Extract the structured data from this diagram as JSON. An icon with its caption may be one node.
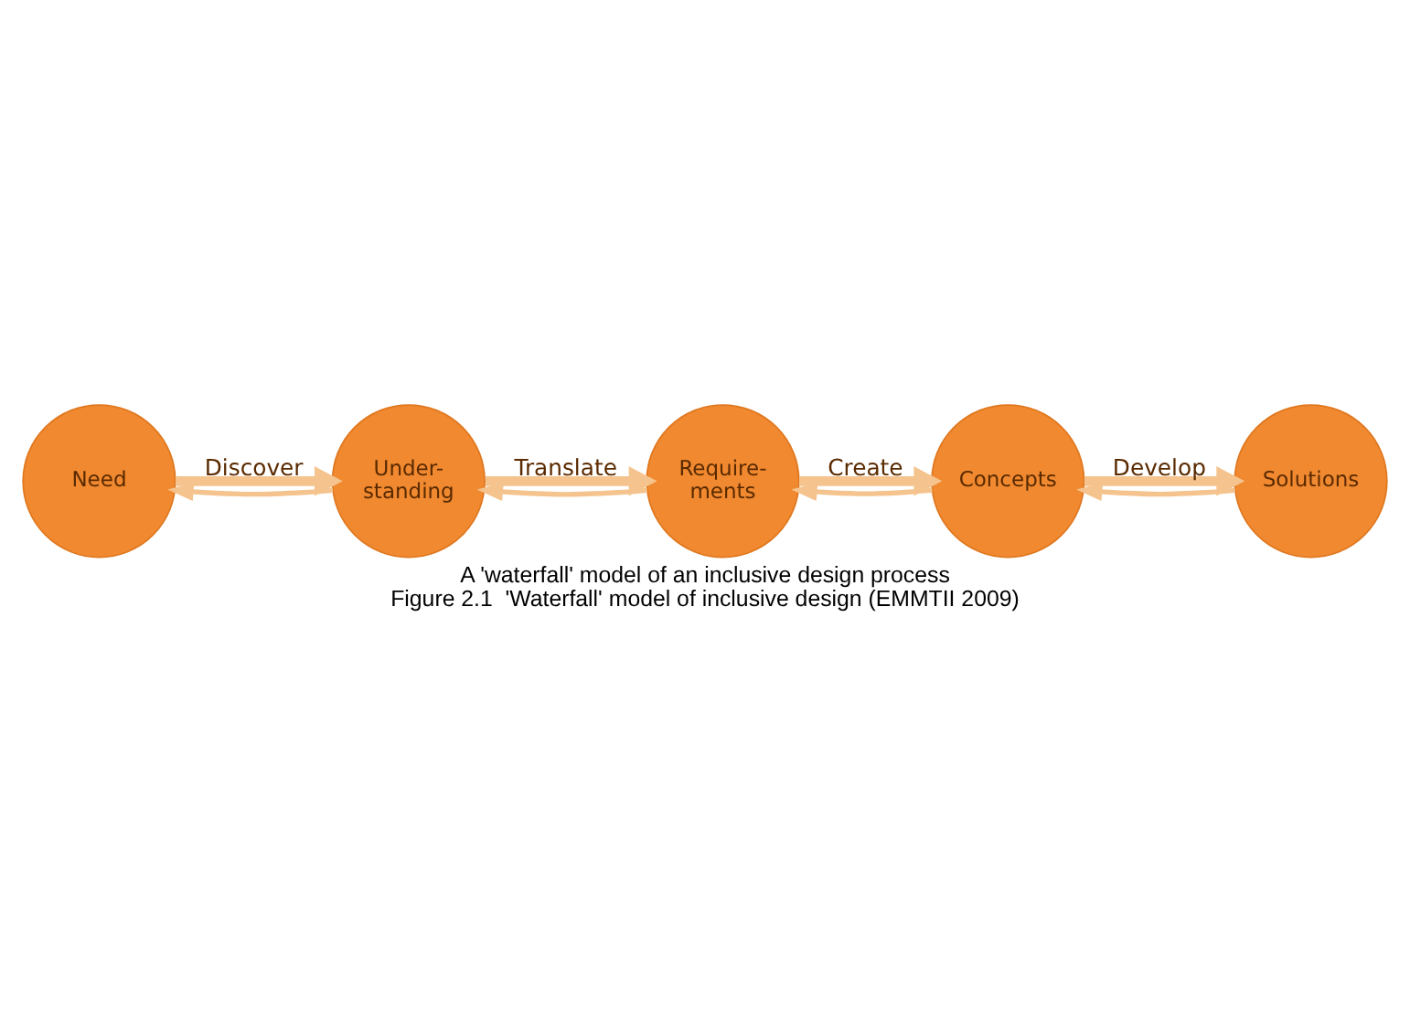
{
  "diagram": {
    "title": "A 'waterfall' model of an inclusive design process",
    "caption": "Figure 2.1  'Waterfall' model of inclusive design (EMMTII 2009)",
    "nodes": [
      {
        "text": [
          "Need"
        ]
      },
      {
        "text": [
          "Under- standing"
        ]
      },
      {
        "text": [
          "Require- ments"
        ]
      },
      {
        "text": [
          "Concepts"
        ]
      },
      {
        "text": [
          "Solutions"
        ]
      }
    ],
    "edges": [
      {
        "from": 0,
        "to": 1,
        "arrow": "to",
        "label": "Discover",
        "style": "thick"
      },
      {
        "from": 1,
        "to": 2,
        "arrow": "to",
        "label": "Translate",
        "style": "thick"
      },
      {
        "from": 2,
        "to": 3,
        "arrow": "to",
        "label": "Create",
        "style": "thick"
      },
      {
        "from": 3,
        "to": 4,
        "arrow": "to",
        "label": "Develop",
        "style": "thick"
      },
      {
        "from": 1,
        "to": 0,
        "arrow": "to"
      },
      {
        "from": 2,
        "to": 1,
        "arrow": "to"
      },
      {
        "from": 3,
        "to": 2,
        "arrow": "to"
      },
      {
        "from": 4,
        "to": 3,
        "arrow": "to"
      }
    ]
  }
}
